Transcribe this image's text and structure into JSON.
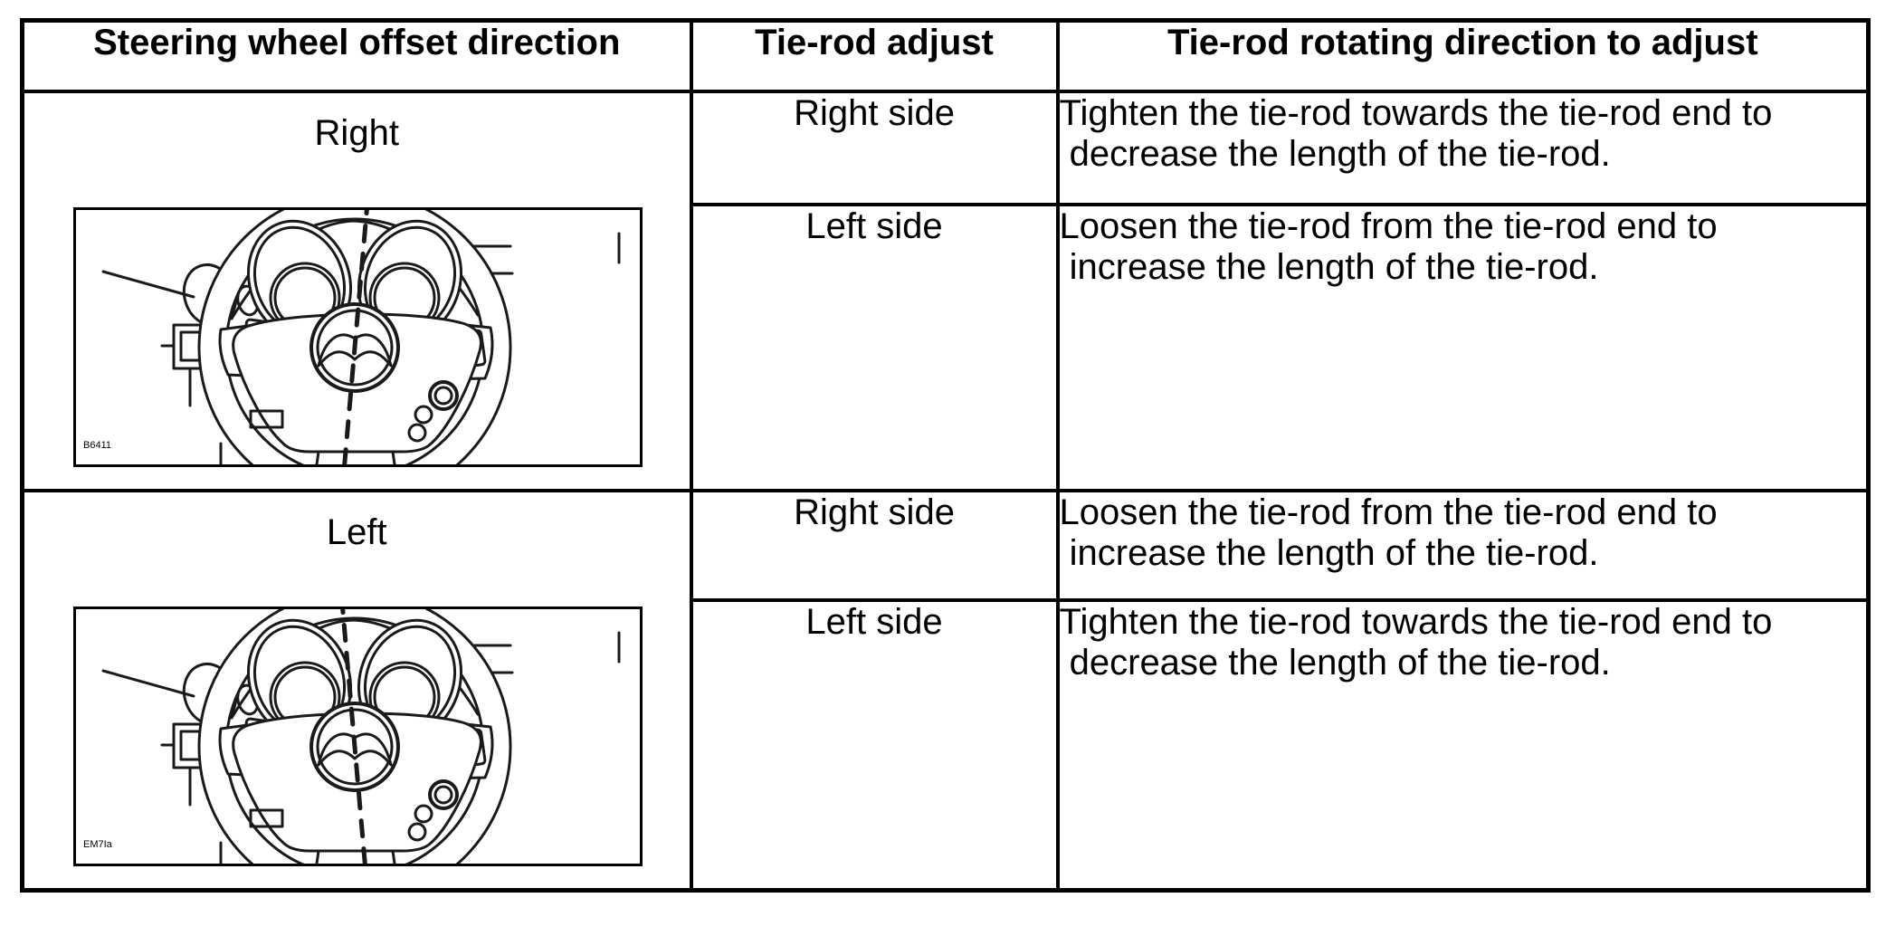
{
  "page": {
    "background": "#ffffff"
  },
  "colors": {
    "border": "#000000",
    "text": "#000000",
    "line_art": "#1a1a1a"
  },
  "table": {
    "headers": [
      "Steering wheel offset direction",
      "Tie-rod adjust",
      "Tie-rod rotating direction to adjust"
    ],
    "groups": [
      {
        "direction": "Right",
        "figure_code": "B6411",
        "wheel_tilt_deg": 5,
        "rows": [
          {
            "side": "Right side",
            "instruction": "Tighten the tie-rod towards the tie-rod end to\n decrease the length of the tie-rod."
          },
          {
            "side": "Left side",
            "instruction": "Loosen the tie-rod from the tie-rod end to\n increase the length of the tie-rod."
          }
        ]
      },
      {
        "direction": "Left",
        "figure_code": "EM7Ia",
        "wheel_tilt_deg": -5,
        "rows": [
          {
            "side": "Right side",
            "instruction": "Loosen the tie-rod from the tie-rod end to\n increase the length of the tie-rod."
          },
          {
            "side": "Left side",
            "instruction": "Tighten the tie-rod towards the tie-rod end to\n decrease the length of the tie-rod."
          }
        ]
      }
    ]
  }
}
